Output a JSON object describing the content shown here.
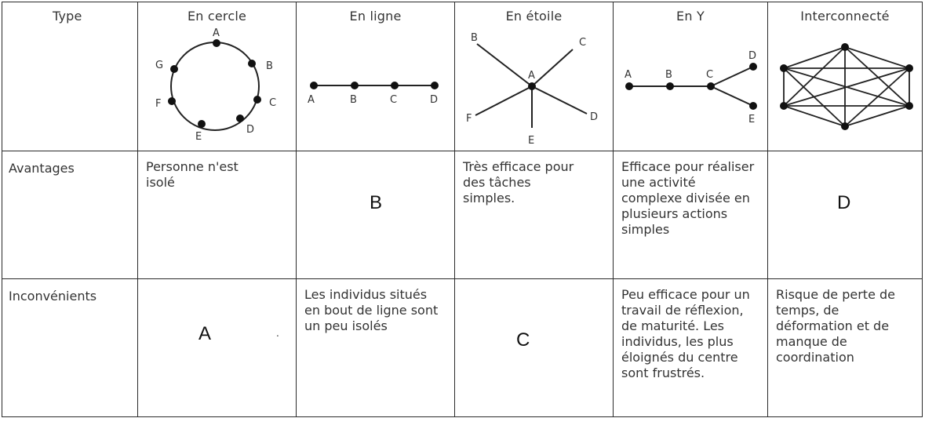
{
  "header": {
    "type_label": "Type",
    "columns": [
      "En cercle",
      "En ligne",
      "En étoile",
      "En Y",
      "Interconnecté"
    ]
  },
  "rows": {
    "avantages_label": "Avantages",
    "inconvenients_label": "Inconvénients"
  },
  "avantages": {
    "cercle": "Personne n'est isolé",
    "ligne_answer": "B",
    "etoile": "Très efficace pour des tâches simples.",
    "y": "Efficace pour réaliser une activité complexe divisée en plusieurs actions simples",
    "interconnecte_answer": "D"
  },
  "inconvenients": {
    "cercle_answer": "A",
    "cercle_mark": ".",
    "ligne": "Les individus situés en bout de ligne sont un peu isolés",
    "etoile_answer": "C",
    "y": "Peu efficace pour un travail de réflexion, de maturité. Les individus, les plus éloignés du centre sont frustrés.",
    "interconnecte": "Risque de perte de temps, de déformation et de manque de coordination"
  },
  "diagram_labels": {
    "cercle": [
      "A",
      "B",
      "C",
      "D",
      "E",
      "F",
      "G"
    ],
    "ligne": [
      "A",
      "B",
      "C",
      "D"
    ],
    "etoile": [
      "A",
      "B",
      "C",
      "D",
      "E",
      "F"
    ],
    "y": [
      "A",
      "B",
      "C",
      "D",
      "E"
    ]
  }
}
